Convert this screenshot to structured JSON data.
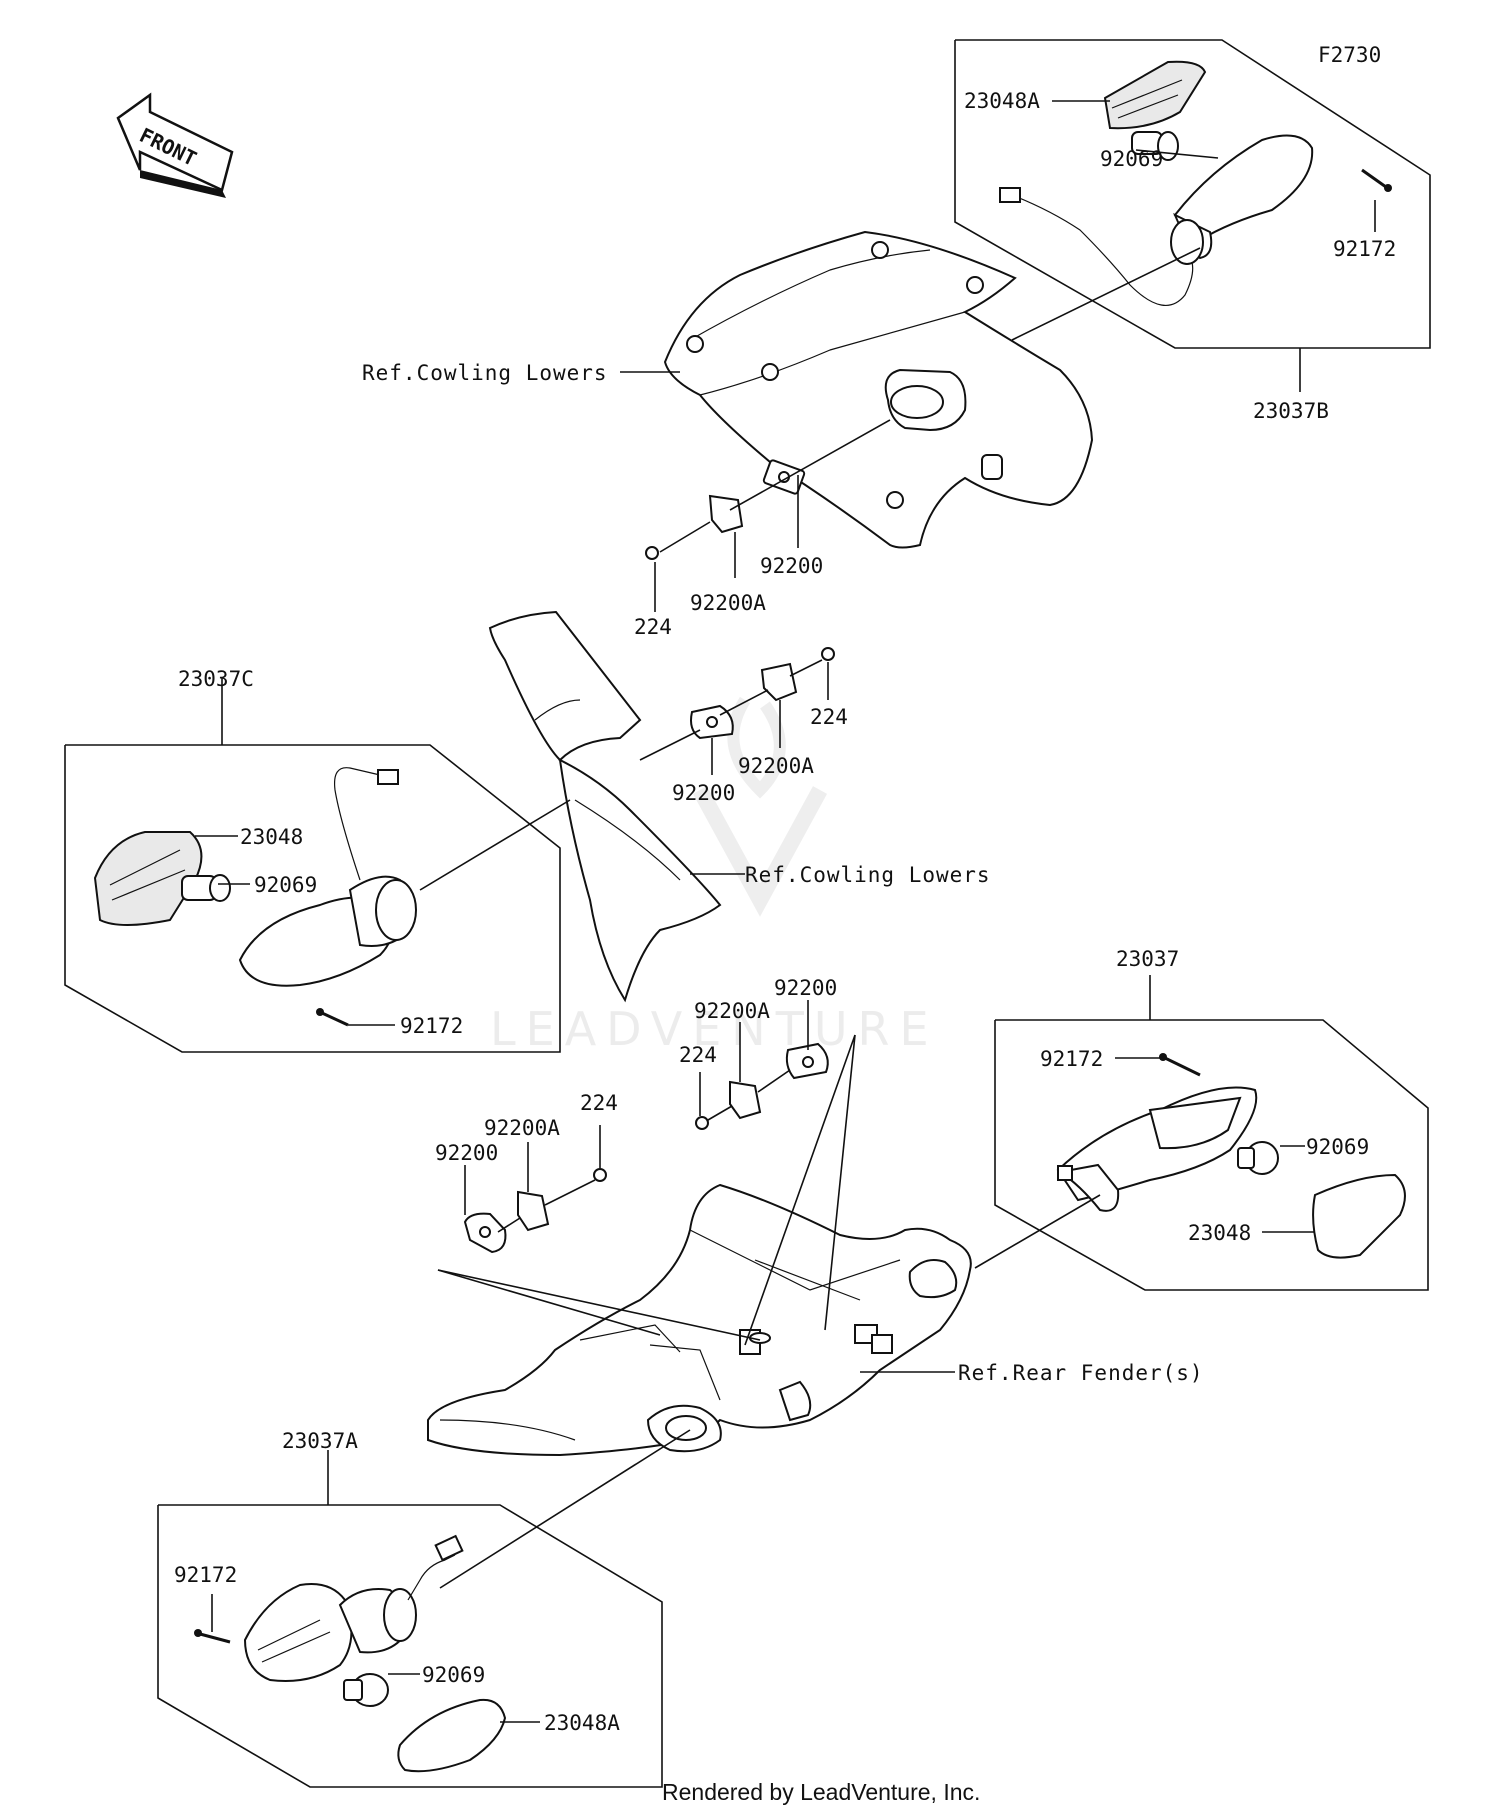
{
  "figure_id": "F2730",
  "front_arrow": "FRONT",
  "watermark": "LEADVENTURE",
  "credit": "Rendered by LeadVenture, Inc.",
  "refs": {
    "cowling_upper": "Ref.Cowling Lowers",
    "cowling_mid": "Ref.Cowling Lowers",
    "rear_fender": "Ref.Rear Fender(s)"
  },
  "assemblies": {
    "a23037B": {
      "id": "23037B",
      "lens": "23048A",
      "bulb": "92069",
      "screw": "92172"
    },
    "a23037C": {
      "id": "23037C",
      "lens": "23048",
      "bulb": "92069",
      "screw": "92172"
    },
    "a23037": {
      "id": "23037",
      "lens": "23048",
      "bulb": "92069",
      "screw": "92172"
    },
    "a23037A": {
      "id": "23037A",
      "lens": "23048A",
      "bulb": "92069",
      "screw": "92172"
    }
  },
  "hardware": {
    "upper": {
      "bracket": "92200",
      "bracket_a": "92200A",
      "nut": "224"
    },
    "mid": {
      "bracket": "92200",
      "bracket_a": "92200A",
      "nut": "224"
    },
    "fender_left": {
      "bracket": "92200",
      "bracket_a": "92200A",
      "nut": "224"
    },
    "fender_right": {
      "bracket": "92200",
      "bracket_a": "92200A",
      "nut": "224"
    }
  }
}
